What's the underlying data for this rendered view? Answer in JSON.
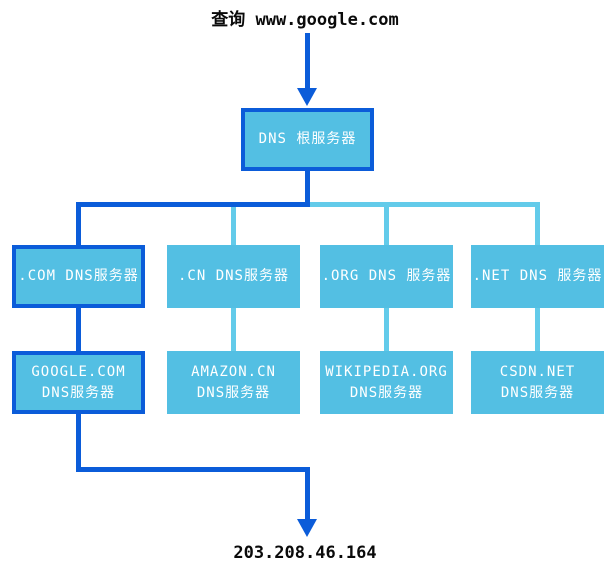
{
  "title": "查询 www.google.com",
  "result_ip": "203.208.46.164",
  "colors": {
    "primary": "#0b5cd9",
    "fill": "#53bfe3",
    "lightline": "#63cbea"
  },
  "root": {
    "label": "DNS 根服务器"
  },
  "tld_servers": [
    {
      "label": ".COM DNS服务器",
      "highlighted": true
    },
    {
      "label": ".CN DNS服务器",
      "highlighted": false
    },
    {
      "label": ".ORG DNS 服务器",
      "highlighted": false
    },
    {
      "label": ".NET DNS 服务器",
      "highlighted": false
    }
  ],
  "auth_servers": [
    {
      "line1": "GOOGLE.COM",
      "line2": "DNS服务器",
      "highlighted": true
    },
    {
      "line1": "AMAZON.CN",
      "line2": "DNS服务器",
      "highlighted": false
    },
    {
      "line1": "WIKIPEDIA.ORG",
      "line2": "DNS服务器",
      "highlighted": false
    },
    {
      "line1": "CSDN.NET",
      "line2": "DNS服务器",
      "highlighted": false
    }
  ]
}
